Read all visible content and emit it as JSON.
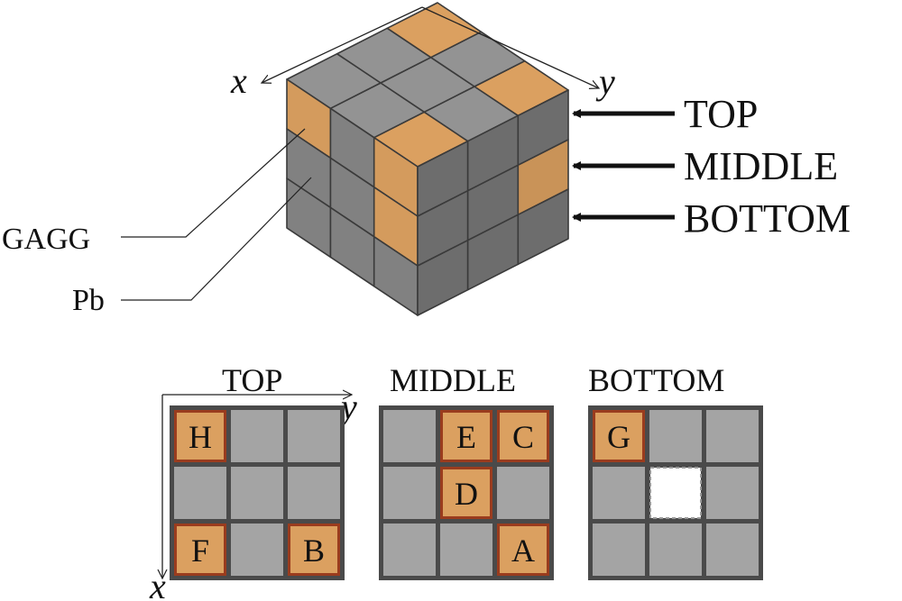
{
  "cube": {
    "axis_x": "x",
    "axis_y": "y",
    "layer_labels": [
      "TOP",
      "MIDDLE",
      "BOTTOM"
    ],
    "materials": [
      "GAGG",
      "Pb"
    ]
  },
  "grids": {
    "axis_x": "x",
    "axis_y": "y",
    "layers": [
      {
        "title": "TOP",
        "cells": [
          "G",
          "P",
          "P",
          "P",
          "P",
          "P",
          "G",
          "P",
          "G"
        ],
        "letters": [
          "H",
          "",
          "",
          "",
          "",
          "",
          "F",
          "",
          "B"
        ]
      },
      {
        "title": "MIDDLE",
        "cells": [
          "P",
          "G",
          "G",
          "P",
          "G",
          "P",
          "P",
          "P",
          "G"
        ],
        "letters": [
          "",
          "E",
          "C",
          "",
          "D",
          "",
          "",
          "",
          "A"
        ]
      },
      {
        "title": "BOTTOM",
        "cells": [
          "G",
          "P",
          "P",
          "P",
          "E",
          "P",
          "P",
          "P",
          "P"
        ],
        "letters": [
          "G",
          "",
          "",
          "",
          "",
          "",
          "",
          "",
          ""
        ]
      }
    ]
  },
  "colors": {
    "gagg": "#dba060",
    "gagg_border": "#9a3c1e",
    "pb": "#a4a4a4",
    "grid_bg": "#4a4a4a",
    "empty": "#ffffff"
  }
}
